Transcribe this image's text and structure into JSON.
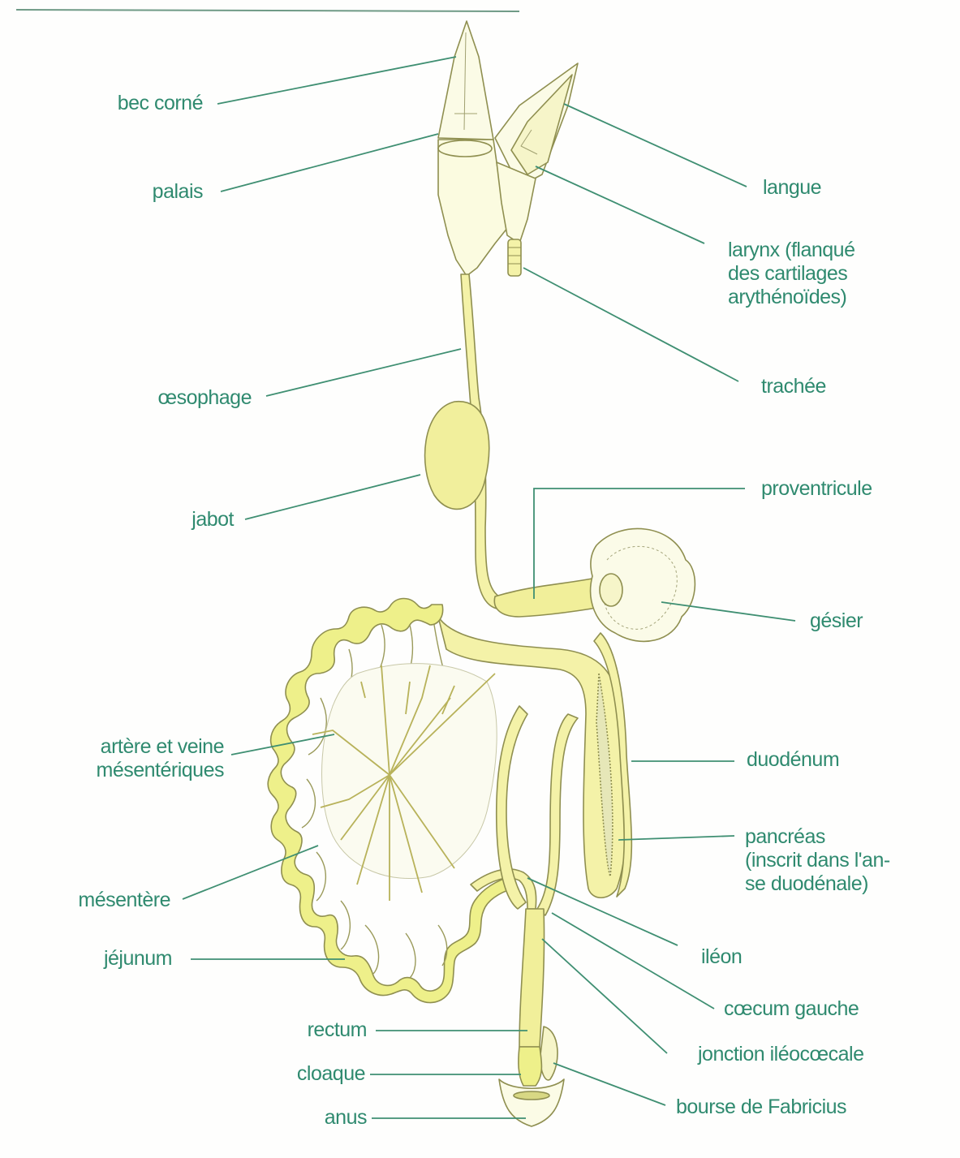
{
  "diagram": {
    "labels": {
      "bec_corne": "bec corné",
      "palais": "palais",
      "langue": "langue",
      "larynx": [
        "larynx (flanqué",
        "des cartilages",
        "arythénoïdes)"
      ],
      "trachee": "trachée",
      "oesophage": "œsophage",
      "jabot": "jabot",
      "proventricule": "proventricule",
      "gesier": "gésier",
      "artere_veine": [
        "artère et veine",
        "mésentériques"
      ],
      "duodenum": "duodénum",
      "pancreas": [
        "pancréas",
        "(inscrit dans l'an-",
        "se duodénale)"
      ],
      "mesentere": "mésentère",
      "jejunum": "jéjunum",
      "ileon": "iléon",
      "caecum_gauche": "cœcum gauche",
      "jonction": "jonction iléocœcale",
      "rectum": "rectum",
      "cloaque": "cloaque",
      "bourse": "bourse de Fabricius",
      "anus": "anus"
    },
    "colors": {
      "organ_fill": "#f4f2a8",
      "organ_stroke": "#9a9a5a",
      "intestine_fill": "#eef08a",
      "label_color": "#2f8a6f",
      "leader_color": "#3f8f72"
    }
  }
}
